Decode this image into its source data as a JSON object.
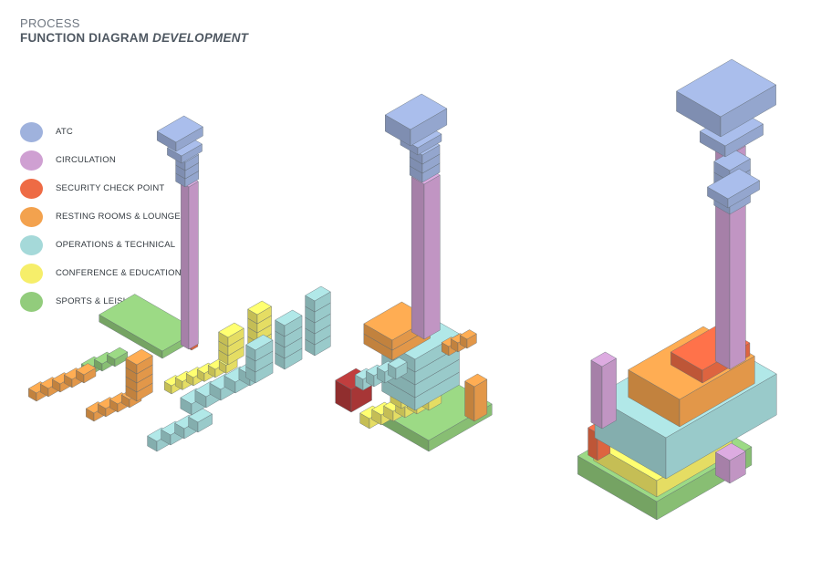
{
  "header": {
    "kicker": "PROCESS",
    "title": "FUNCTION DIAGRAM",
    "title_emphasis": "DEVELOPMENT"
  },
  "legend": [
    {
      "label": "ATC",
      "color": "#9fb2dd"
    },
    {
      "label": "CIRCULATION",
      "color": "#cfa0d2"
    },
    {
      "label": "SECURITY CHECK POINT",
      "color": "#ee6b45"
    },
    {
      "label": "RESTING ROOMS & LOUNGES",
      "color": "#f3a24e"
    },
    {
      "label": "OPERATIONS & TECHNICAL",
      "color": "#a5d9d9"
    },
    {
      "label": "CONFERENCE & EDUCATION",
      "color": "#f6ee6a"
    },
    {
      "label": "SPORTS & LEISURE",
      "color": "#92cc7c"
    }
  ]
}
